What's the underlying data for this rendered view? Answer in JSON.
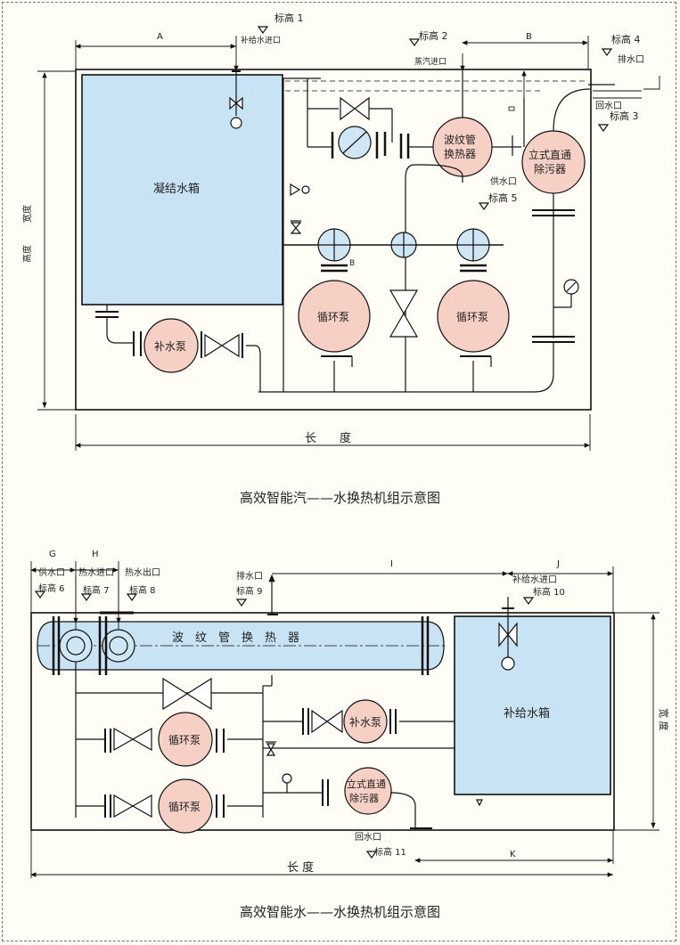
{
  "diagram1": {
    "caption": "高效智能汽——水换热机组示意图",
    "dims": {
      "a": "A",
      "b": "B",
      "length": "长　　度",
      "width": "宽度",
      "height": "高度"
    },
    "labels": {
      "elev1": "标高 1",
      "makeup_inlet": "补给水进口",
      "elev2": "标高 2",
      "steam_inlet": "蒸汽进口",
      "elev4": "标高 4",
      "drain": "排水口",
      "return": "回水口",
      "elev3": "标高 3",
      "exchanger_l1": "波纹管",
      "exchanger_l2": "换热器",
      "deaerator_l1": "立式直通",
      "deaerator_l2": "除污器",
      "supply": "供水口",
      "elev5": "标高 5",
      "tank": "凝结水箱",
      "pump_circ": "循环泵",
      "pump_makeup": "补水泵",
      "mark_b": "B"
    }
  },
  "diagram2": {
    "caption": "高效智能水——水换热机组示意图",
    "dims": {
      "g": "G",
      "h": "H",
      "i": "I",
      "j": "J",
      "k": "K",
      "length": "长 度",
      "width": "宽 度"
    },
    "labels": {
      "supply": "供水口",
      "elev6": "标高 6",
      "hot_in": "热水进口",
      "elev7": "标高 7",
      "hot_out": "热水出口",
      "elev8": "标高 8",
      "drain": "排水口",
      "elev9": "标高 9",
      "makeup_inlet": "补给水进口",
      "elev10": "标高 10",
      "exchanger": "波　纹　管　换　热　器",
      "tank": "补给水箱",
      "pump_circ": "循环泵",
      "pump_makeup": "补水泵",
      "deaerator_l1": "立式直通",
      "deaerator_l2": "除污器",
      "return": "回水口",
      "elev11": "标高 11"
    }
  },
  "colors": {
    "tank": "#c8e4f4",
    "pump": "#f6d0c4",
    "valve_circle": "#cfe6f4",
    "line": "#111111",
    "background": "#fefef6"
  }
}
